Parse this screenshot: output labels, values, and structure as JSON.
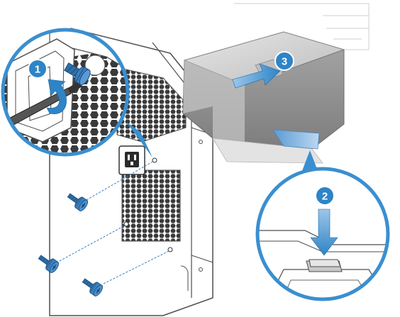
{
  "diagram": {
    "steps": [
      {
        "number": "1"
      },
      {
        "number": "2"
      },
      {
        "number": "3"
      }
    ],
    "colors": {
      "step_badge": "#2e84c6",
      "callout_ring": "#3a8fd0",
      "arrow": "#2e84c6",
      "chassis_line": "#4d4d4d",
      "psu_top": "#d8d8d8",
      "psu_side": "#9a9a9a",
      "screw": "#2f6fa8"
    },
    "icons": [
      "screwdriver-icon",
      "screw-icon",
      "push-arrow-icon",
      "rotate-arrow-icon",
      "release-tab-icon"
    ]
  }
}
